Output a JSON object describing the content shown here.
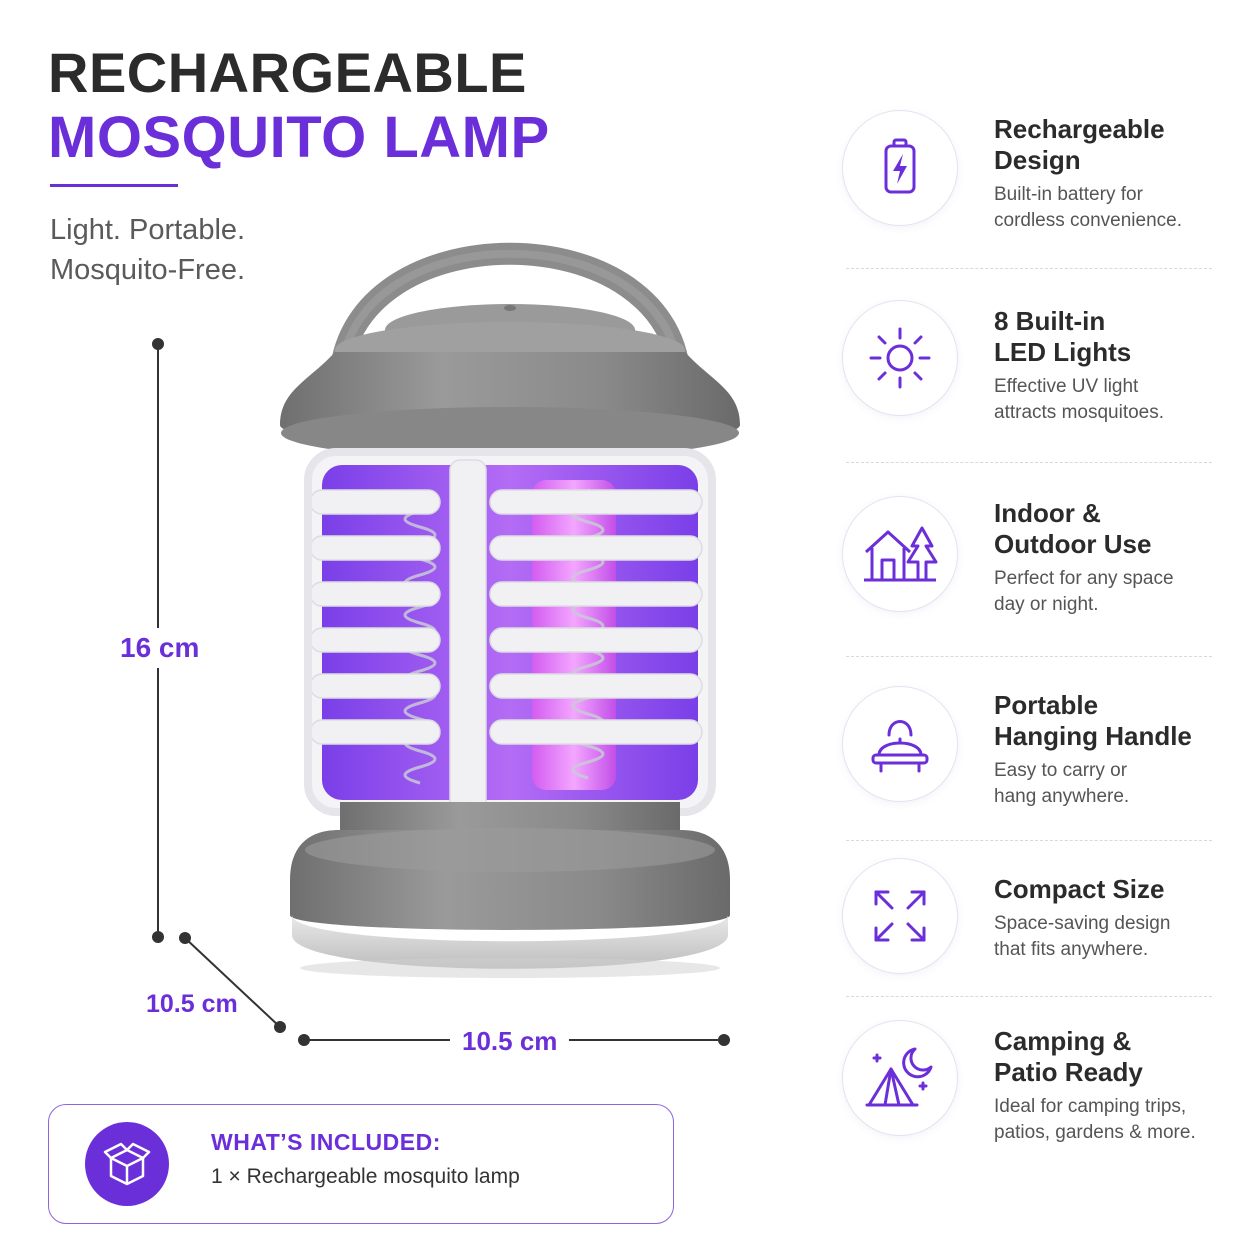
{
  "colors": {
    "accent": "#6b2fd9",
    "accent_light": "#8f63e0",
    "dark_text": "#2b2b2b",
    "lamp_gray": "#8a8a8a",
    "uv_purple": "#9a5cf0"
  },
  "heading": {
    "line1": "RECHARGEABLE",
    "line2": "MOSQUITO LAMP"
  },
  "tagline": {
    "line1": "Light. Portable.",
    "line2": "Mosquito-Free."
  },
  "dimensions": {
    "height": "16 cm",
    "depth": "10.5 cm",
    "width": "10.5 cm"
  },
  "features": [
    {
      "icon": "battery-icon",
      "title_line1": "Rechargeable",
      "title_line2": "Design",
      "desc_line1": "Built-in battery for",
      "desc_line2": "cordless convenience."
    },
    {
      "icon": "sun-icon",
      "title_line1": "8 Built-in",
      "title_line2": "LED Lights",
      "desc_line1": "Effective UV light",
      "desc_line2": "attracts mosquitoes."
    },
    {
      "icon": "house-tree-icon",
      "title_line1": "Indoor &",
      "title_line2": "Outdoor Use",
      "desc_line1": "Perfect for any space",
      "desc_line2": "day or night."
    },
    {
      "icon": "lantern-handle-icon",
      "title_line1": "Portable",
      "title_line2": "Hanging Handle",
      "desc_line1": "Easy to carry or",
      "desc_line2": "hang anywhere."
    },
    {
      "icon": "expand-arrows-icon",
      "title_line1": "Compact Size",
      "title_line2": "",
      "desc_line1": "Space-saving design",
      "desc_line2": "that fits anywhere."
    },
    {
      "icon": "tent-moon-icon",
      "title_line1": "Camping &",
      "title_line2": "Patio Ready",
      "desc_line1": "Ideal for camping trips,",
      "desc_line2": "patios, gardens & more."
    }
  ],
  "included": {
    "icon": "box-icon",
    "title": "WHAT’S INCLUDED:",
    "item": "1 × Rechargeable mosquito lamp"
  }
}
